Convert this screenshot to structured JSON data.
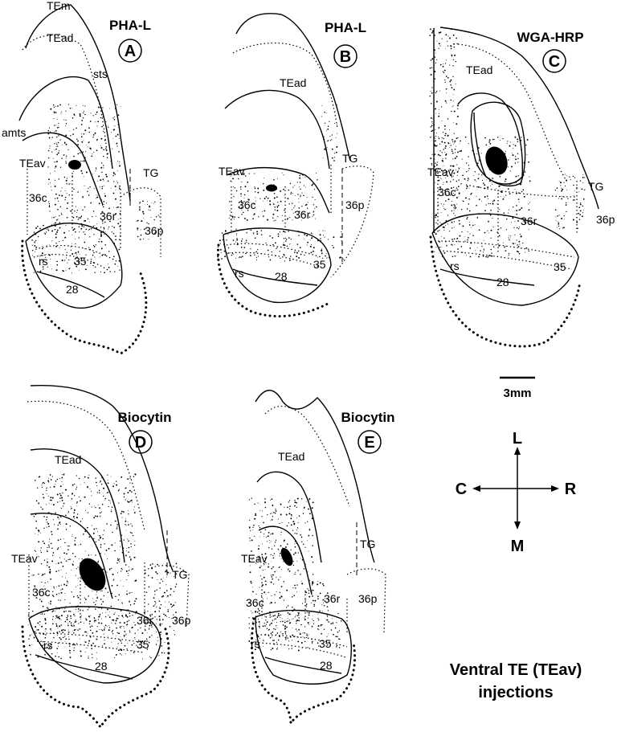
{
  "panels": {
    "A": {
      "tracer": "PHA-L",
      "letter": "A",
      "labels": {
        "TEm": "TEm",
        "TEad": "TEad",
        "sts": "sts",
        "amts": "amts",
        "TEav": "TEav",
        "c36": "36c",
        "r36": "36r",
        "TG": "TG",
        "p36": "36p",
        "rs": "rs",
        "a35": "35",
        "a28": "28"
      }
    },
    "B": {
      "tracer": "PHA-L",
      "letter": "B",
      "labels": {
        "TEad": "TEad",
        "TEav": "TEav",
        "TG": "TG",
        "c36": "36c",
        "r36": "36r",
        "p36": "36p",
        "rs": "rs",
        "a35": "35",
        "a28": "28"
      }
    },
    "C": {
      "tracer": "WGA-HRP",
      "letter": "C",
      "labels": {
        "TEad": "TEad",
        "TEav": "TEav",
        "TG": "TG",
        "c36": "36c",
        "r36": "36r",
        "p36": "36p",
        "rs": "rs",
        "a35": "35",
        "a28": "28"
      }
    },
    "D": {
      "tracer": "Biocytin",
      "letter": "D",
      "labels": {
        "TEad": "TEad",
        "TEav": "TEav",
        "TG": "TG",
        "c36": "36c",
        "r36": "36r",
        "p36": "36p",
        "rs": "rs",
        "a35": "35",
        "a28": "28"
      }
    },
    "E": {
      "tracer": "Biocytin",
      "letter": "E",
      "labels": {
        "TEad": "TEad",
        "TEav": "TEav",
        "TG": "TG",
        "c36": "36c",
        "r36": "36r",
        "p36": "36p",
        "rs": "rs",
        "a35": "35",
        "a28": "28"
      }
    }
  },
  "scale_bar": {
    "label": "3mm"
  },
  "orientation": {
    "up": "L",
    "left": "C",
    "right": "R",
    "down": "M"
  },
  "caption": {
    "line1": "Ventral TE (TEav)",
    "line2": "injections"
  }
}
